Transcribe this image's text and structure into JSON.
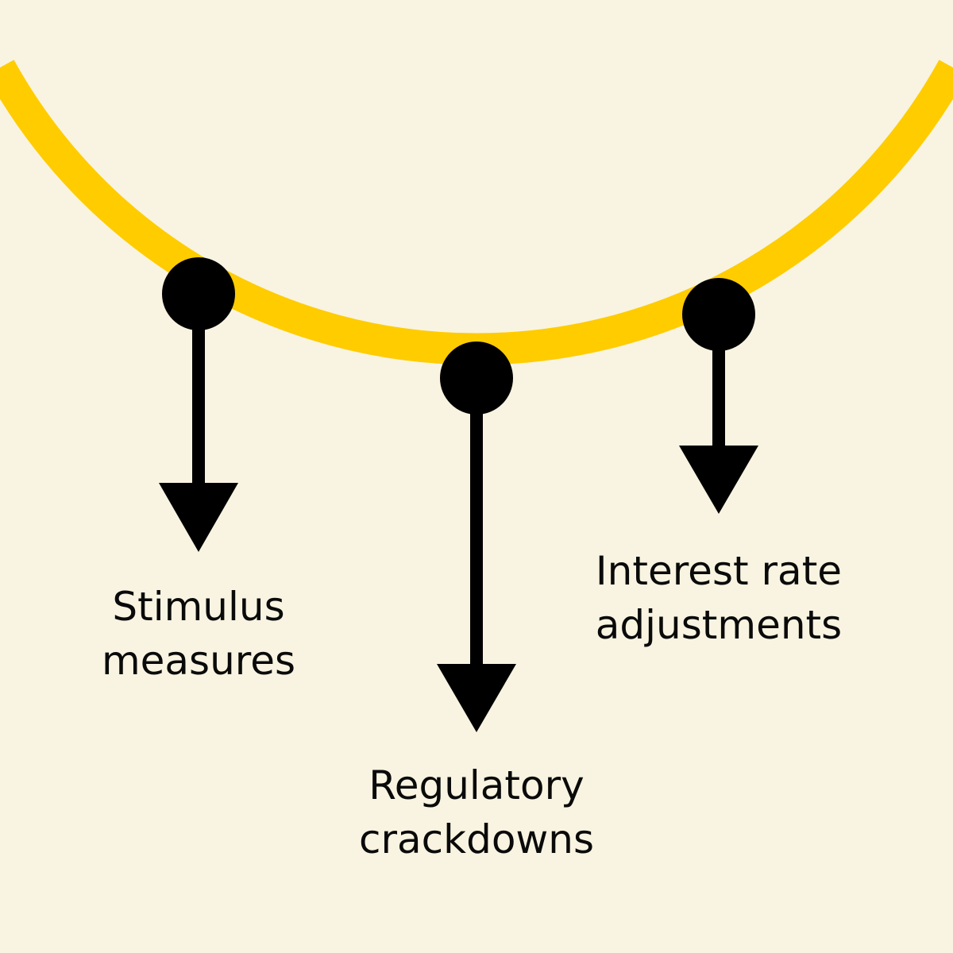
{
  "diagram": {
    "background_color": "#F8F4E1",
    "curve_color": "#FFCC00",
    "marker_color": "#000000",
    "nodes": [
      {
        "name": "stimulus-measures",
        "label_lines": [
          "Stimulus",
          "measures"
        ]
      },
      {
        "name": "regulatory-crackdowns",
        "label_lines": [
          "Regulatory",
          "crackdowns"
        ]
      },
      {
        "name": "interest-rate-adjustments",
        "label_lines": [
          "Interest rate",
          "adjustments"
        ]
      }
    ]
  }
}
